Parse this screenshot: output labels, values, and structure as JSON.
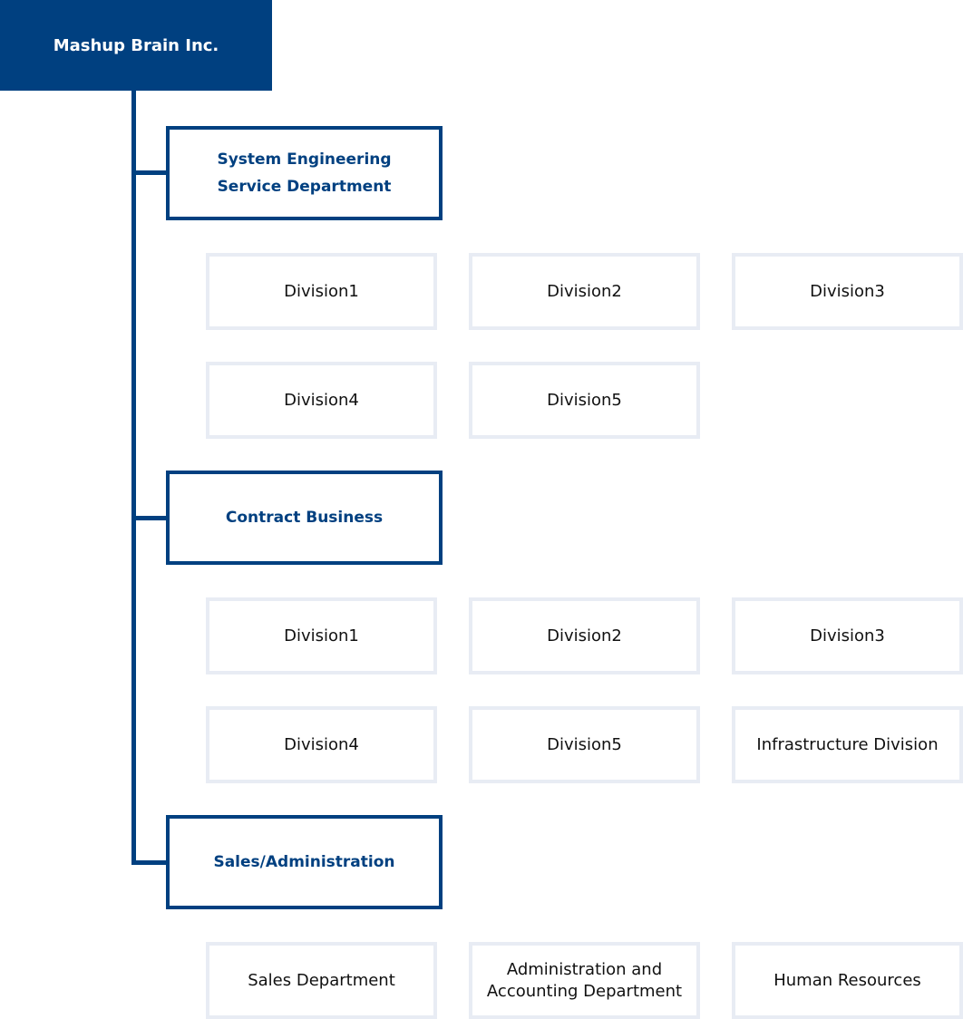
{
  "company": "Mashup Brain Inc.",
  "departments": [
    {
      "name": "System Engineering\nService Department",
      "divisions": [
        "Division1",
        "Division2",
        "Division3",
        "Division4",
        "Division5"
      ]
    },
    {
      "name": "Contract Business",
      "divisions": [
        "Division1",
        "Division2",
        "Division3",
        "Division4",
        "Division5",
        "Infrastructure Division"
      ]
    },
    {
      "name": "Sales/Administration",
      "divisions": [
        "Sales Department",
        "Administration and\nAccounting Department",
        "Human Resources"
      ]
    }
  ],
  "colors": {
    "primary": "#004080",
    "division_border": "#e8ecf4"
  }
}
